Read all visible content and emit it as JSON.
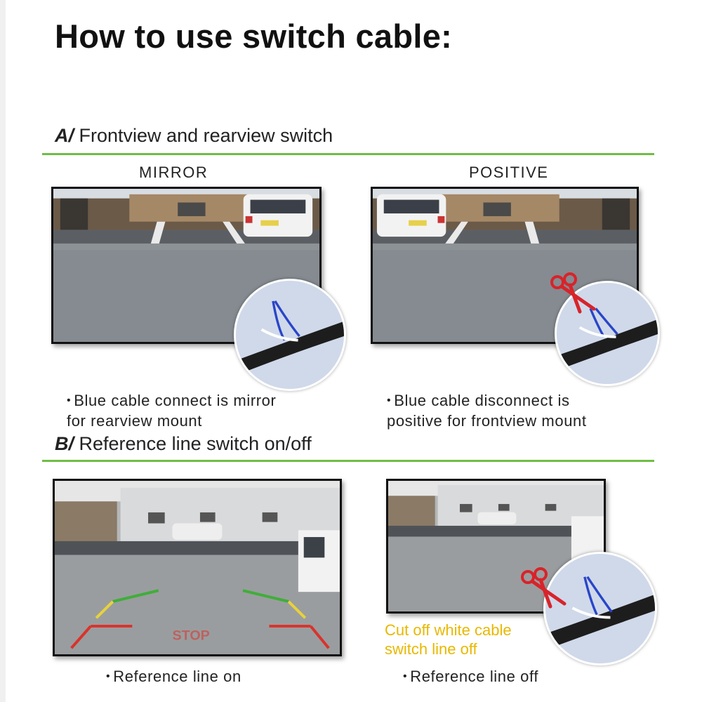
{
  "title": "How to use switch cable:",
  "sectionA": {
    "letter": "A/",
    "text": "Frontview and rearview switch",
    "left_label": "MIRROR",
    "right_label": "POSITIVE",
    "left_caption": [
      "Blue cable connect is mirror",
      "for rearview mount"
    ],
    "right_caption": [
      "Blue cable disconnect is",
      "positive for frontview mount"
    ],
    "bullet": "•"
  },
  "sectionB": {
    "letter": "B/",
    "text": "Reference line switch on/off",
    "stop_text": "STOP",
    "left_caption": "Reference line on",
    "right_caption": "Reference line off",
    "cut_note": [
      "Cut off white cable",
      "switch line off"
    ],
    "bullet": "•"
  },
  "colors": {
    "rule_green": "#6fbe44",
    "note_yellow": "#e8b800",
    "guide_green": "#3fae3a",
    "guide_yellow": "#e8d23a",
    "guide_red": "#d9332b",
    "scissors_red": "#d8232a"
  },
  "icons": [
    "scissors-icon",
    "cable-closeup"
  ]
}
